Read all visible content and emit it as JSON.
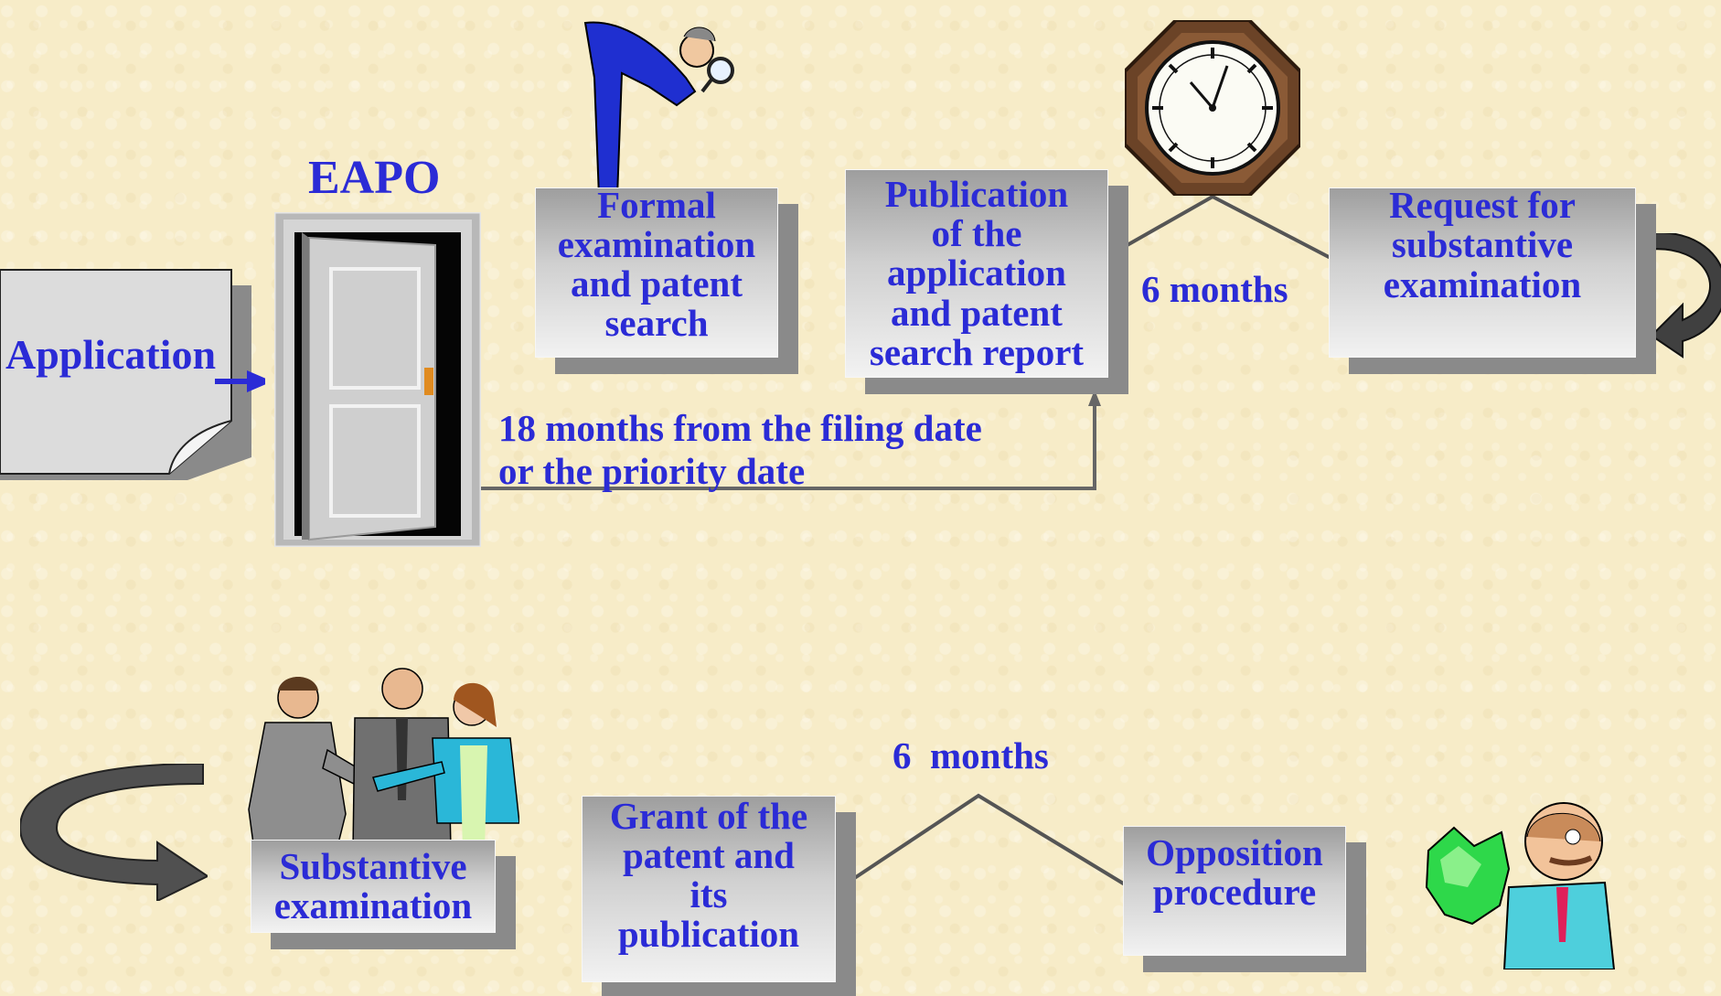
{
  "eapo_label": "EAPO",
  "application_label": "Application",
  "steps": {
    "formal": "Formal\nexamination\nand patent\nsearch",
    "publication": "Publication\nof the\napplication\nand patent\nsearch report",
    "request": "Request for\nsubstantive\nexamination",
    "substantive": "Substantive\nexamination",
    "grant": "Grant of the\npatent  and\nits\npublication",
    "opposition": "Opposition\nprocedure"
  },
  "timings": {
    "eighteen_months": "18 months from the filing date\nor the priority date",
    "six_months_top": "6 months",
    "six_months_bottom": "6  months"
  },
  "colors": {
    "text": "#2b2bd6",
    "box_shadow": "#8a8a8a",
    "background": "#f7ecc8"
  },
  "icons": [
    "door-icon",
    "inspector-magnifier-icon",
    "clock-icon",
    "handshake-people-icon",
    "curved-arrow-icon",
    "money-man-icon",
    "document-icon"
  ]
}
